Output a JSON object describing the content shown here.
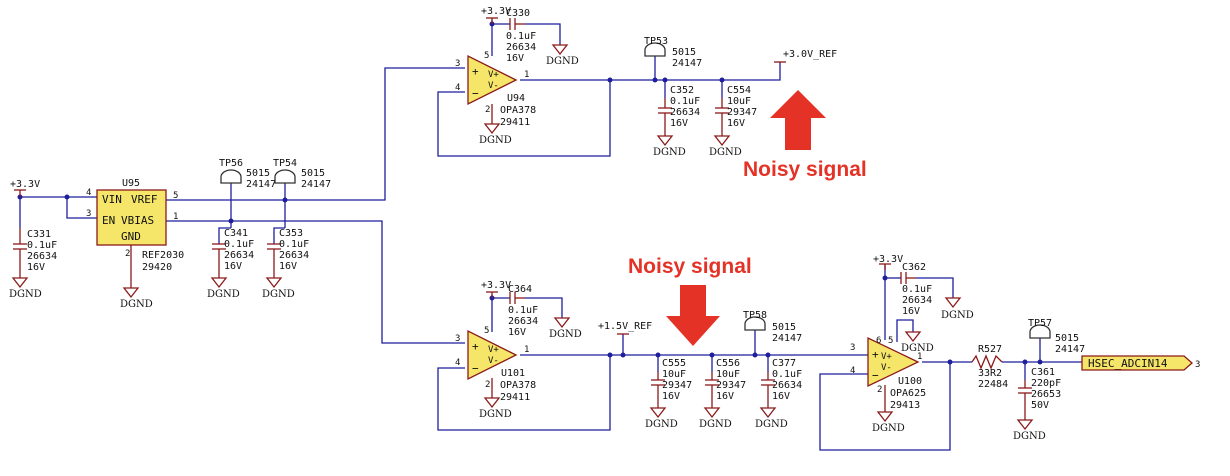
{
  "colors": {
    "wire": "#1f1f9e",
    "component": "#8b1a1a",
    "opamp_fill": "#f5e66a",
    "annotation": "#e53226"
  },
  "annotations": {
    "noisy_signal": "Noisy signal"
  },
  "nets": {
    "p33": "+3.3V",
    "ref30": "+3.0V_REF",
    "ref15": "+1.5V_REF",
    "gnd": "DGND",
    "adc": "HSEC_ADCIN14",
    "adc_pin": "3"
  },
  "ic": {
    "ref": "U95",
    "part": "REF2030",
    "num": "29420",
    "vin": "VIN",
    "vref": "VREF",
    "en": "EN",
    "vbias": "VBIAS",
    "gnd": "GND"
  },
  "opamps": {
    "u94": {
      "ref": "U94",
      "part": "OPA378",
      "num": "29411"
    },
    "u101": {
      "ref": "U101",
      "part": "OPA378",
      "num": "29411"
    },
    "u100": {
      "ref": "U100",
      "part": "OPA625",
      "num": "29413"
    },
    "vp": "V+",
    "vm": "V-",
    "plus": "+",
    "minus": "−"
  },
  "caps": {
    "c330": {
      "ref": "C330",
      "val": "0.1uF",
      "num": "26634",
      "volt": "16V"
    },
    "c352": {
      "ref": "C352",
      "val": "0.1uF",
      "num": "26634",
      "volt": "16V"
    },
    "c554": {
      "ref": "C554",
      "val": "10uF",
      "num": "29347",
      "volt": "16V"
    },
    "c331": {
      "ref": "C331",
      "val": "0.1uF",
      "num": "26634",
      "volt": "16V"
    },
    "c341": {
      "ref": "C341",
      "val": "0.1uF",
      "num": "26634",
      "volt": "16V"
    },
    "c353": {
      "ref": "C353",
      "val": "0.1uF",
      "num": "26634",
      "volt": "16V"
    },
    "c364": {
      "ref": "C364",
      "val": "0.1uF",
      "num": "26634",
      "volt": "16V"
    },
    "c555": {
      "ref": "C555",
      "val": "10uF",
      "num": "29347",
      "volt": "16V"
    },
    "c556": {
      "ref": "C556",
      "val": "10uF",
      "num": "29347",
      "volt": "16V"
    },
    "c377": {
      "ref": "C377",
      "val": "0.1uF",
      "num": "26634",
      "volt": "16V"
    },
    "c362": {
      "ref": "C362",
      "val": "0.1uF",
      "num": "26634",
      "volt": "16V"
    },
    "c361": {
      "ref": "C361",
      "val": "220pF",
      "num": "26653",
      "volt": "50V"
    }
  },
  "resistor": {
    "ref": "R527",
    "val": "33R2",
    "num": "22484"
  },
  "testpoints": {
    "tp53": {
      "ref": "TP53",
      "num1": "5015",
      "num2": "24147"
    },
    "tp56": {
      "ref": "TP56",
      "num1": "5015",
      "num2": "24147"
    },
    "tp54": {
      "ref": "TP54",
      "num1": "5015",
      "num2": "24147"
    },
    "tp58": {
      "ref": "TP58",
      "num1": "5015",
      "num2": "24147"
    },
    "tp57": {
      "ref": "TP57",
      "num1": "5015",
      "num2": "24147"
    }
  },
  "pins": {
    "p1": "1",
    "p2": "2",
    "p3": "3",
    "p4": "4",
    "p5": "5",
    "p6": "6"
  }
}
